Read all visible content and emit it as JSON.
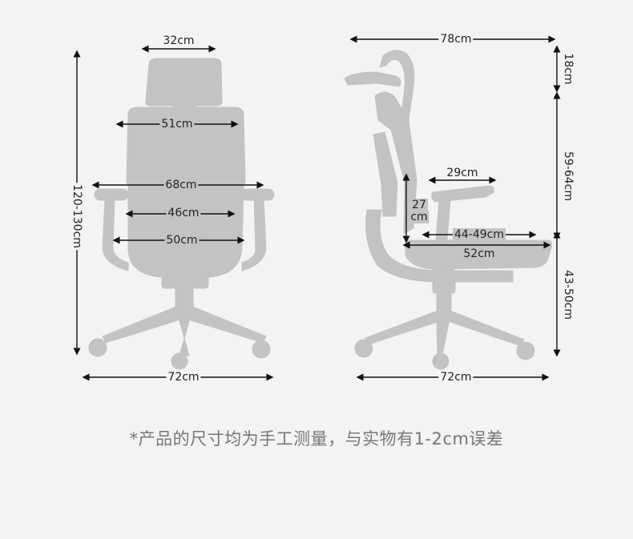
{
  "colors": {
    "background": "#f3f3f3",
    "chair": "#c3c3c3",
    "line": "#111111",
    "note": "#777777"
  },
  "front_view": {
    "headrest_width": "32cm",
    "backrest_width": "51cm",
    "armrest_span": "68cm",
    "seat_inner_width": "46cm",
    "seat_width": "50cm",
    "total_height": "120-130cm",
    "base_width": "72cm"
  },
  "side_view": {
    "total_depth": "78cm",
    "headrest_adjust": "18cm",
    "backrest_height": "59-64cm",
    "armrest_length": "29cm",
    "armrest_height_line1": "27",
    "armrest_height_line2": "cm",
    "seat_depth_adjust": "44-49cm",
    "seat_depth": "52cm",
    "seat_height": "43-50cm",
    "base_width": "72cm"
  },
  "footnote": "*产品的尺寸均为手工测量，与实物有1-2cm误差"
}
